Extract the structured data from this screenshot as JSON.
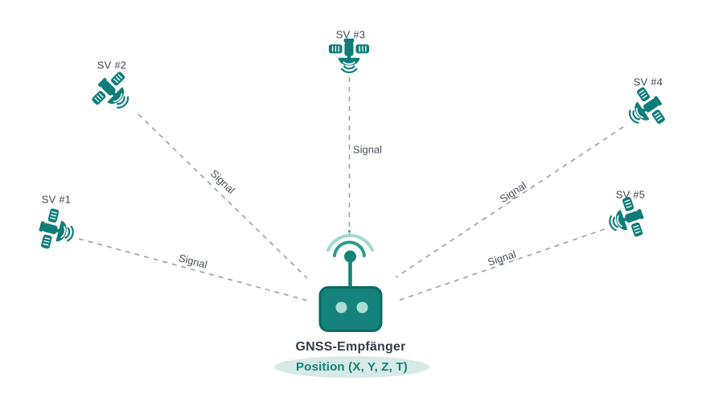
{
  "diagram_type": "GNSS positioning schematic",
  "satellites": [
    {
      "label": "SV #1"
    },
    {
      "label": "SV #2"
    },
    {
      "label": "SV #3"
    },
    {
      "label": "SV #4"
    },
    {
      "label": "SV #5"
    }
  ],
  "signals": [
    {
      "label": "Signal"
    },
    {
      "label": "Signal"
    },
    {
      "label": "Signal"
    },
    {
      "label": "Signal"
    },
    {
      "label": "Signal"
    }
  ],
  "receiver": {
    "label": "GNSS-Empfänger"
  },
  "position_badge": {
    "label": "Position (X, Y, Z, T)"
  },
  "colors": {
    "teal": "#0e7d7a",
    "receiver": "#15837b",
    "receiver_border": "#0a6b63",
    "line": "#9aa0a6",
    "wave_inner": "#2e9c8f",
    "wave_outer": "#a6d8cf",
    "eye": "#abdcd3",
    "badge_bg": "#d8eae7",
    "badge_text": "#0d837b",
    "label_dark": "#3f454d",
    "receiver_label": "#363d49",
    "background": "#ffffff"
  }
}
